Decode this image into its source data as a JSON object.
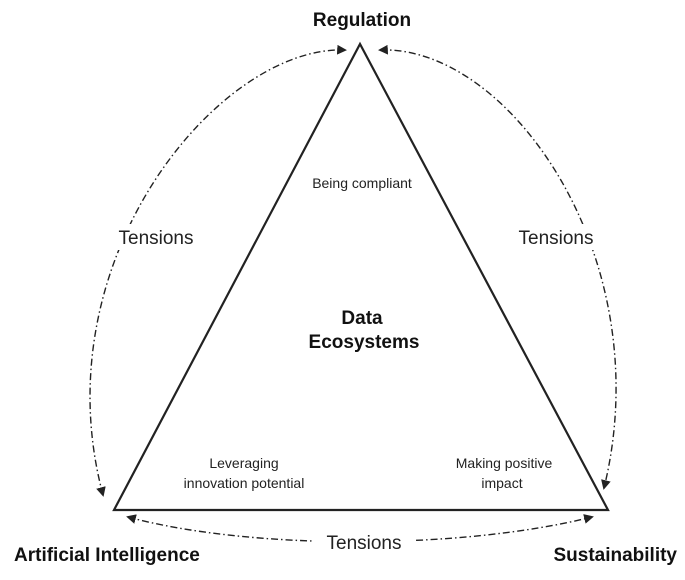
{
  "vertices": {
    "top": "Regulation",
    "bottom_left": "Artificial Intelligence",
    "bottom_right": "Sustainability"
  },
  "center": {
    "line1": "Data",
    "line2": "Ecosystems"
  },
  "inner": {
    "top": "Being compliant",
    "left_line1": "Leveraging",
    "left_line2": "innovation potential",
    "right_line1": "Making positive",
    "right_line2": "impact"
  },
  "tensions": {
    "left": "Tensions",
    "right": "Tensions",
    "bottom": "Tensions"
  },
  "colors": {
    "line": "#222222",
    "background": "#ffffff"
  }
}
